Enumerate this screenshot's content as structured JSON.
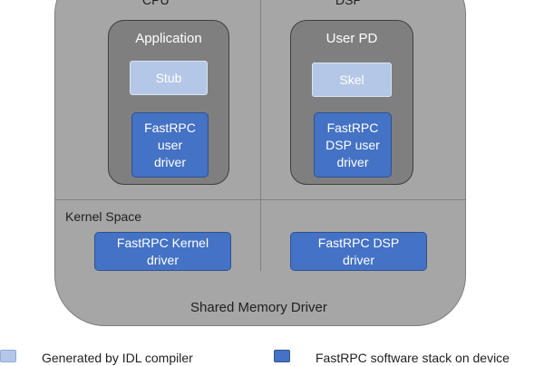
{
  "diagram": {
    "regions": {
      "cpu_label": "CPU",
      "dsp_label": "DSP",
      "kernel_space_label": "Kernel Space",
      "shared_memory_label": "Shared Memory Driver"
    },
    "cpu": {
      "panel_title": "Application",
      "stub_label": "Stub",
      "user_driver_label": "FastRPC\nuser\ndriver",
      "kernel_driver_label": "FastRPC Kernel\ndriver"
    },
    "dsp": {
      "panel_title": "User PD",
      "skel_label": "Skel",
      "user_driver_label": "FastRPC\nDSP user\ndriver",
      "dsp_driver_label": "FastRPC DSP\ndriver"
    },
    "legend": [
      {
        "label": "Generated by IDL compiler",
        "color": "#b4c7e7"
      },
      {
        "label": "FastRPC software stack on device",
        "color": "#4472c4"
      }
    ],
    "colors": {
      "container": "#a6a6a6",
      "panel": "#7f7f7f",
      "idl_generated": "#b4c7e7",
      "fastrpc_stack": "#4472c4"
    }
  }
}
